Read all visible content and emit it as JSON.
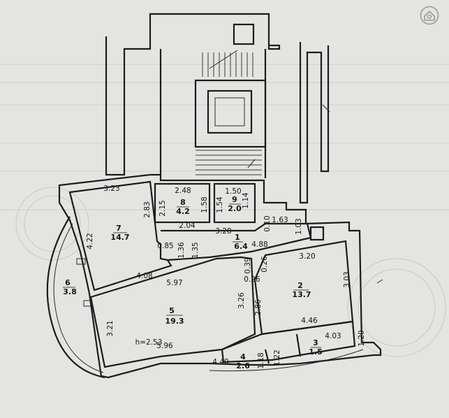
{
  "rooms": [
    {
      "id": "1",
      "number": "1",
      "area": "6.4"
    },
    {
      "id": "2",
      "number": "2",
      "area": "13.7"
    },
    {
      "id": "3",
      "number": "3",
      "area": "1.5"
    },
    {
      "id": "4",
      "number": "4",
      "area": "2.6"
    },
    {
      "id": "5",
      "number": "5",
      "area": "19.3"
    },
    {
      "id": "6",
      "number": "6",
      "area": "3.8"
    },
    {
      "id": "7",
      "number": "7",
      "area": "14.7"
    },
    {
      "id": "8",
      "number": "8",
      "area": "4.2"
    },
    {
      "id": "9",
      "number": "9",
      "area": "2.0"
    }
  ],
  "dimensions": [
    "3.23",
    "2.83",
    "4.22",
    "0.85",
    "1.36",
    "1.35",
    "4.08",
    "2.48",
    "2.15",
    "1.58",
    "2.04",
    "1.50",
    "1.14",
    "1.54",
    "3.28",
    "0.10",
    "1.63",
    "1.03",
    "4.88",
    "0.39",
    "0.26",
    "3.20",
    "0.26",
    "2.86",
    "3.03",
    "4.46",
    "5.97",
    "3.26",
    "3.21",
    "5.96",
    "4.03",
    "1.20",
    "4.40",
    "1.18",
    "1.22"
  ],
  "height_label": "h=2.53",
  "icons": {
    "watermark": "house-logo-icon"
  },
  "colors": {
    "paper": "#e4e4e2",
    "ink": "#1c1c1c"
  }
}
